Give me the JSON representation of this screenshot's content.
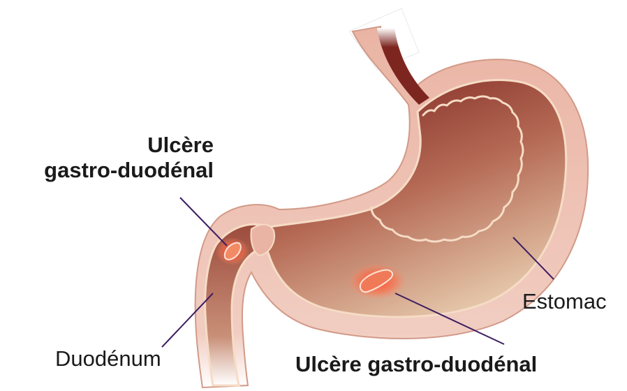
{
  "labels": {
    "ulcer_top_line1": "Ulcère",
    "ulcer_top_line2": "gastro-duodénal",
    "ulcer_bottom": "Ulcère gastro-duodénal",
    "duodenum": "Duodénum",
    "stomach": "Estomac"
  },
  "colors": {
    "outer_wall": "#eab4a4",
    "wall_outline": "#c98a78",
    "mucosa_line": "#f6dcc6",
    "lumen_dark": "#8c3a2e",
    "lumen_light": "#e6bfa0",
    "esophagus_inner": "#7d2620",
    "ulcer_glow": "#ff5a3c",
    "leader_line": "#3d1f63"
  }
}
